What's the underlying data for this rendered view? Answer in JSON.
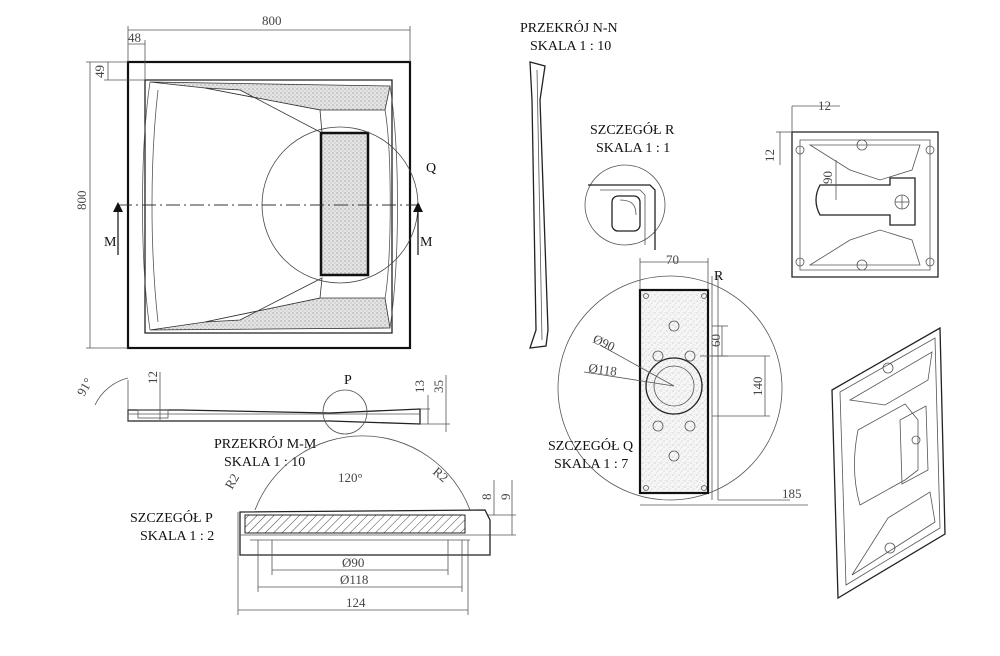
{
  "dimensions": {
    "width_top": "800",
    "offset_48": "48",
    "offset_49": "49",
    "height_left": "800",
    "d12_section": "12",
    "d13": "13",
    "d35": "35",
    "angle_91": "91°",
    "angle_120": "120°",
    "r2_left": "R2",
    "r2_right": "R2",
    "d8": "8",
    "d9": "9",
    "dia90_p": "Ø90",
    "dia118_p": "Ø118",
    "d124": "124",
    "d70": "70",
    "dia90_q": "Ø90",
    "dia118_q": "Ø118",
    "d60": "60",
    "d140": "140",
    "d185": "185",
    "iso_12a": "12",
    "iso_12b": "12",
    "iso_90": "90"
  },
  "labels": {
    "m_left": "M",
    "m_right": "M",
    "q_marker": "Q",
    "p_marker": "P",
    "r_marker": "R",
    "section_nn_title": "PRZEKRÓJ N-N",
    "section_nn_scale": "SKALA 1 : 10",
    "detail_r_title": "SZCZEGÓŁ R",
    "detail_r_scale": "SKALA 1 : 1",
    "section_mm_title": "PRZEKRÓJ M-M",
    "section_mm_scale": "SKALA 1 : 10",
    "detail_p_title": "SZCZEGÓŁ P",
    "detail_p_scale": "SKALA 1 : 2",
    "detail_q_title": "SZCZEGÓŁ Q",
    "detail_q_scale": "SKALA 1 : 7"
  }
}
